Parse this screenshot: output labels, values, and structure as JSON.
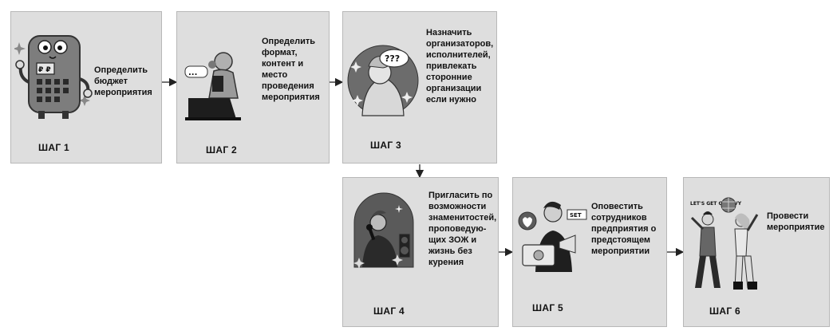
{
  "steps": [
    {
      "label": "ШАГ 1",
      "lines": [
        "Определить",
        "бюджет",
        "мероприятия"
      ]
    },
    {
      "label": "ШАГ 2",
      "lines": [
        "Определить",
        "формат,",
        "контент и",
        "место",
        "проведения",
        "мероприятия"
      ]
    },
    {
      "label": "ШАГ 3",
      "lines": [
        "Назначить",
        "организаторов,",
        "исполнителей,",
        "привлекать",
        "сторонние",
        "организации",
        "если нужно"
      ]
    },
    {
      "label": "ШАГ 4",
      "lines": [
        "Пригласить по",
        "возможности",
        "знаменитостей,",
        "проповедую-",
        "щих ЗОЖ и",
        "жизнь без",
        "курения"
      ]
    },
    {
      "label": "ШАГ 5",
      "lines": [
        "Оповестить",
        "сотрудников",
        "предприятия о",
        "предстоящем",
        "мероприятии"
      ]
    },
    {
      "label": "ШАГ 6",
      "lines": [
        "Провести",
        "мероприятие"
      ]
    }
  ],
  "illustrations": {
    "step1": {
      "icon": "calculator-mascot-icon",
      "display": "₽ ₽"
    },
    "step2": {
      "icon": "person-with-laptop-icon",
      "bubble": "..."
    },
    "step3": {
      "icon": "confused-person-icon",
      "bubble": "???"
    },
    "step4": {
      "icon": "singer-with-microphone-icon"
    },
    "step5": {
      "icon": "person-with-megaphone-icon",
      "sign": "SET"
    },
    "step6": {
      "icon": "dancing-couple-icon",
      "sign": "LET'S GET GROOVY"
    }
  },
  "colors": {
    "box": "#dedede",
    "border": "#b8b8b8",
    "arrow": "#222222",
    "text": "#111111"
  }
}
